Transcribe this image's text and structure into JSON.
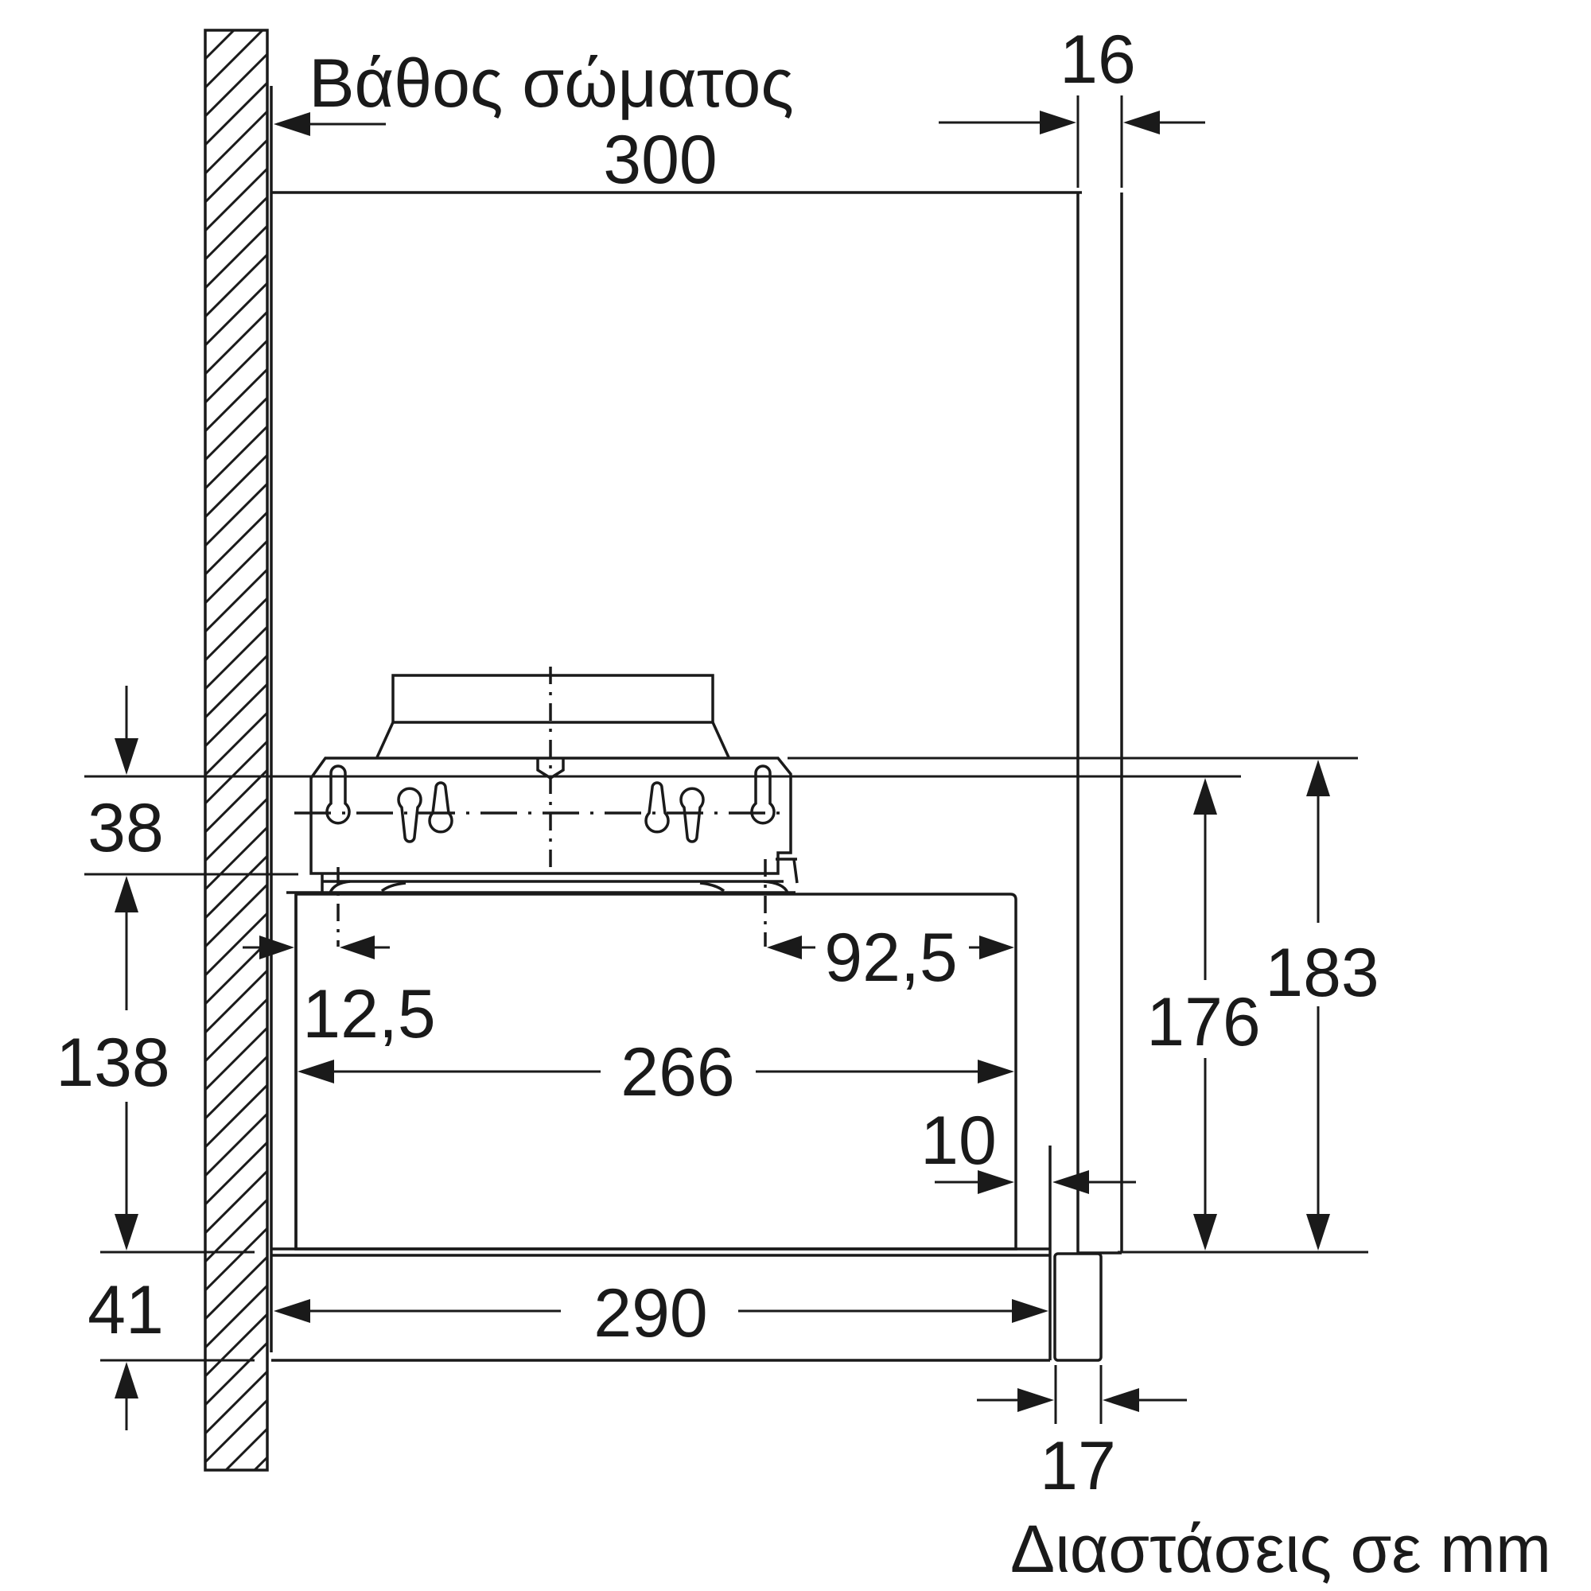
{
  "labels": {
    "body_depth_label": "Βάθος σώματος",
    "body_depth_value": "300",
    "front_panel_thickness": "16",
    "mount_height": "38",
    "inner_height": "138",
    "bottom_height": "41",
    "wall_offset": "12,5",
    "side_offset": "92,5",
    "inner_width": "266",
    "front_gap": "10",
    "total_height_small": "176",
    "total_height_large": "183",
    "base_width": "290",
    "handle_thickness": "17",
    "units_caption": "Διαστάσεις σε mm"
  },
  "colors": {
    "line": "#1a1a1a",
    "background": "#ffffff"
  }
}
